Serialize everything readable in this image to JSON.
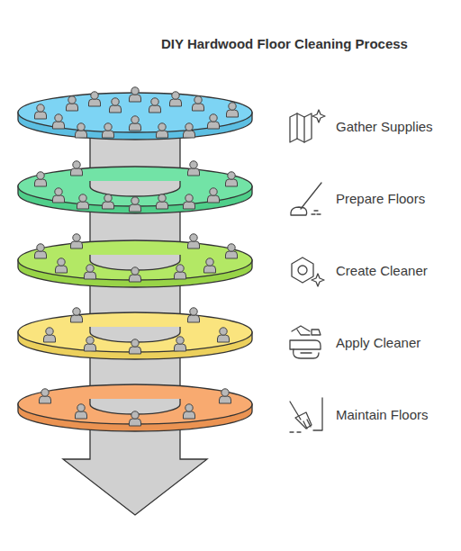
{
  "diagram": {
    "title": "DIY Hardwood Floor Cleaning Process",
    "labels": [
      "Gather Supplies",
      "Prepare Floors",
      "Create Cleaner",
      "Apply Cleaner",
      "Maintain Floors"
    ]
  }
}
